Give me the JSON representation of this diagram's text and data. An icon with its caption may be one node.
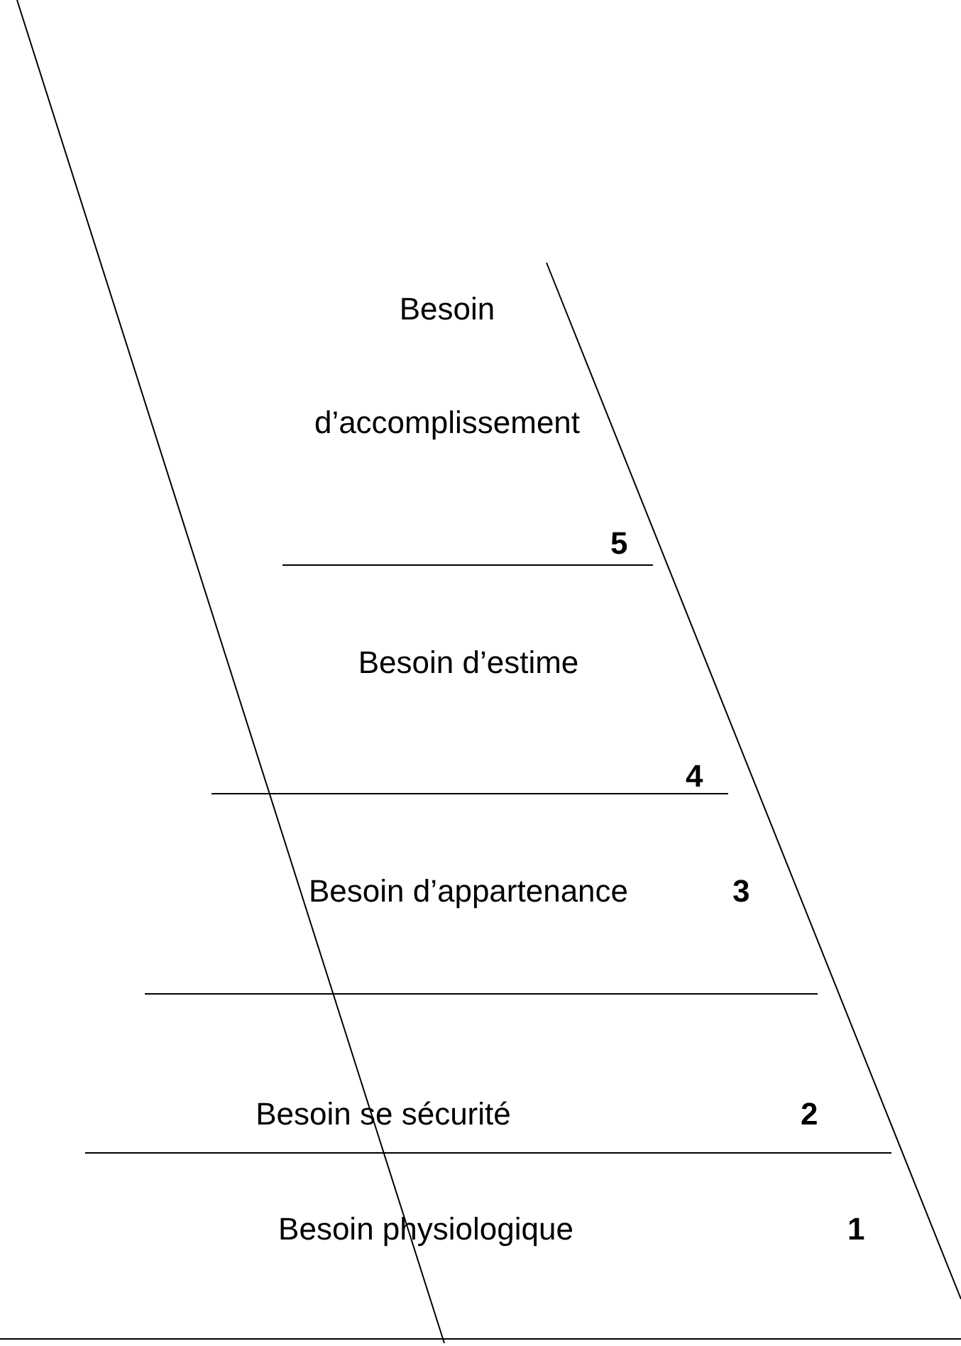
{
  "diagram": {
    "labels": [
      "Besoin d’accomplissement",
      "5",
      "Besoin d’estime",
      "4",
      "Besoin d’appartenance",
      "3",
      "Besoin se sécurité",
      "2",
      "Besoin physiologique",
      "1"
    ]
  }
}
